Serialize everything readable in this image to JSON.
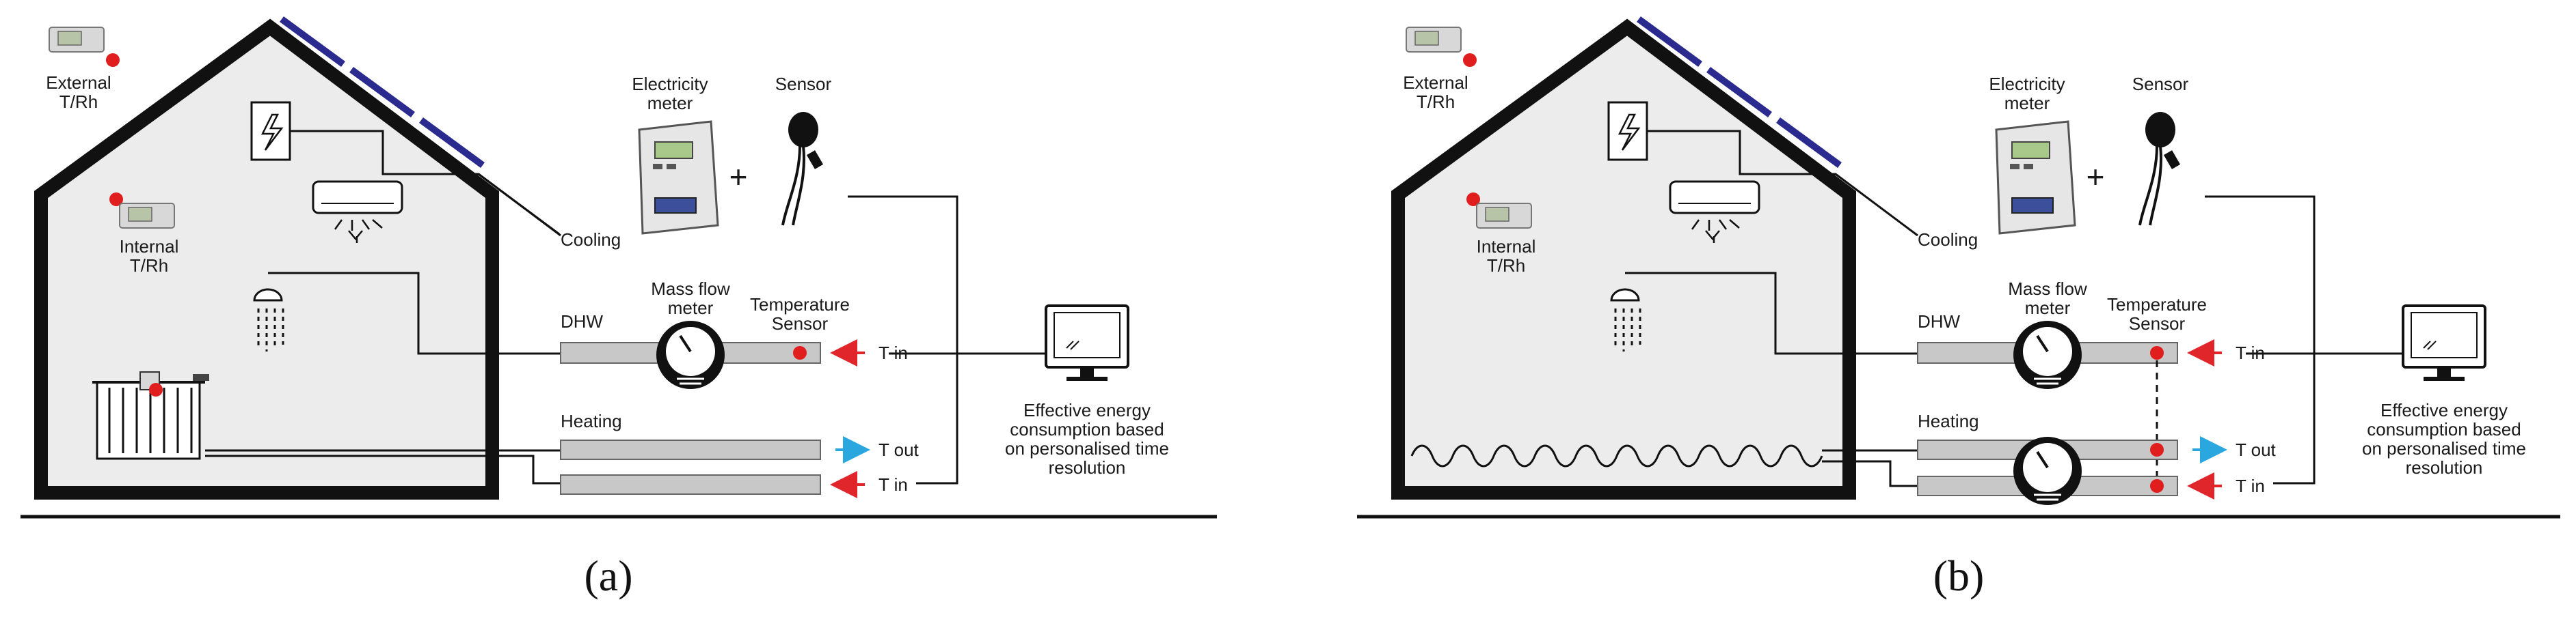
{
  "panels": [
    {
      "caption": "(a)",
      "labels": {
        "external": [
          "External",
          "T/Rh"
        ],
        "internal": [
          "Internal",
          "T/Rh"
        ],
        "meter": [
          "Electricity",
          "meter"
        ],
        "sensor": "Sensor",
        "plus": "+",
        "cooling": "Cooling",
        "dhw": "DHW",
        "massflow": [
          "Mass flow",
          "meter"
        ],
        "tempsensor": [
          "Temperature",
          "Sensor"
        ],
        "heating": "Heating",
        "tin1": "T in",
        "tout": "T out",
        "tin2": "T in",
        "computer": [
          "Effective energy",
          "consumption based",
          "on personalised time",
          "resolution"
        ]
      }
    },
    {
      "caption": "(b)",
      "labels": {
        "external": [
          "External",
          "T/Rh"
        ],
        "internal": [
          "Internal",
          "T/Rh"
        ],
        "meter": [
          "Electricity",
          "meter"
        ],
        "sensor": "Sensor",
        "plus": "+",
        "cooling": "Cooling",
        "dhw": "DHW",
        "massflow": [
          "Mass flow",
          "meter"
        ],
        "tempsensor": [
          "Temperature",
          "Sensor"
        ],
        "heating": "Heating",
        "tin1": "T in",
        "tout": "T out",
        "tin2": "T in",
        "computer": [
          "Effective energy",
          "consumption based",
          "on personalised time",
          "resolution"
        ]
      }
    }
  ],
  "colors": {
    "sensor_dot": "#e01e1e",
    "arrow_in": "#e0262a",
    "arrow_out": "#2aa7df",
    "solar_panel": "#2b2b8f",
    "house_fill": "#ececec",
    "pipe_fill": "#c8c8c8"
  },
  "icons": [
    "logger-icon",
    "electric-panel-icon",
    "air-conditioner-icon",
    "shower-icon",
    "radiator-icon",
    "underfloor-heating-icon",
    "electricity-meter-icon",
    "clamp-sensor-icon",
    "flow-meter-icon",
    "computer-monitor-icon"
  ]
}
